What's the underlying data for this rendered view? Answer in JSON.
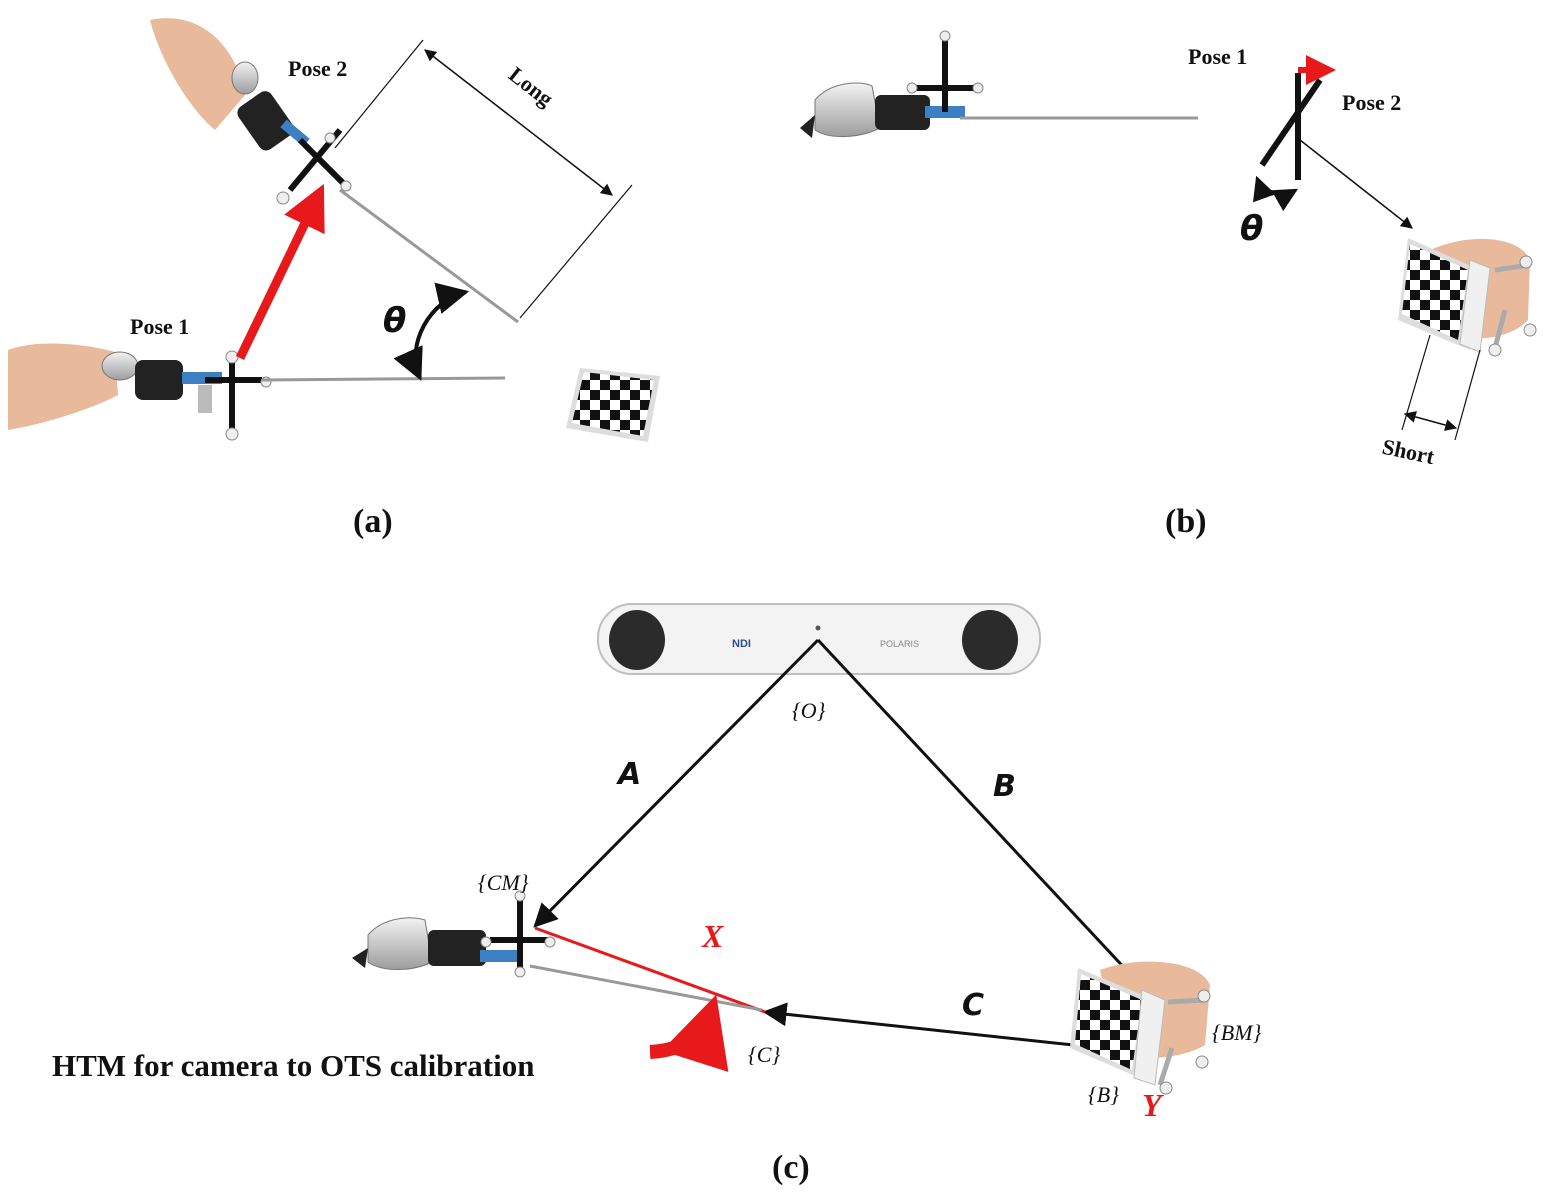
{
  "panel_a": {
    "pose1": "Pose 1",
    "pose2": "Pose 2",
    "long": "Long",
    "theta": "θ",
    "caption": "(a)"
  },
  "panel_b": {
    "pose1": "Pose 1",
    "pose2": "Pose 2",
    "theta": "θ",
    "short": "Short",
    "caption": "(b)"
  },
  "panel_c": {
    "frame_o": "{O}",
    "frame_cm": "{CM}",
    "frame_c": "{C}",
    "frame_b": "{B}",
    "frame_bm": "{BM}",
    "edge_a": "A",
    "edge_b": "B",
    "edge_c": "C",
    "edge_x": "X",
    "edge_y": "Y",
    "tracker_brand": "NDI",
    "tracker_model": "POLARIS",
    "htm_label": "HTM for camera to OTS calibration",
    "caption": "(c)"
  },
  "colors": {
    "accent_red": "#e8191b",
    "line_black": "#111111",
    "device_silver": "#c9c9c9",
    "skin": "#e9b99c"
  }
}
